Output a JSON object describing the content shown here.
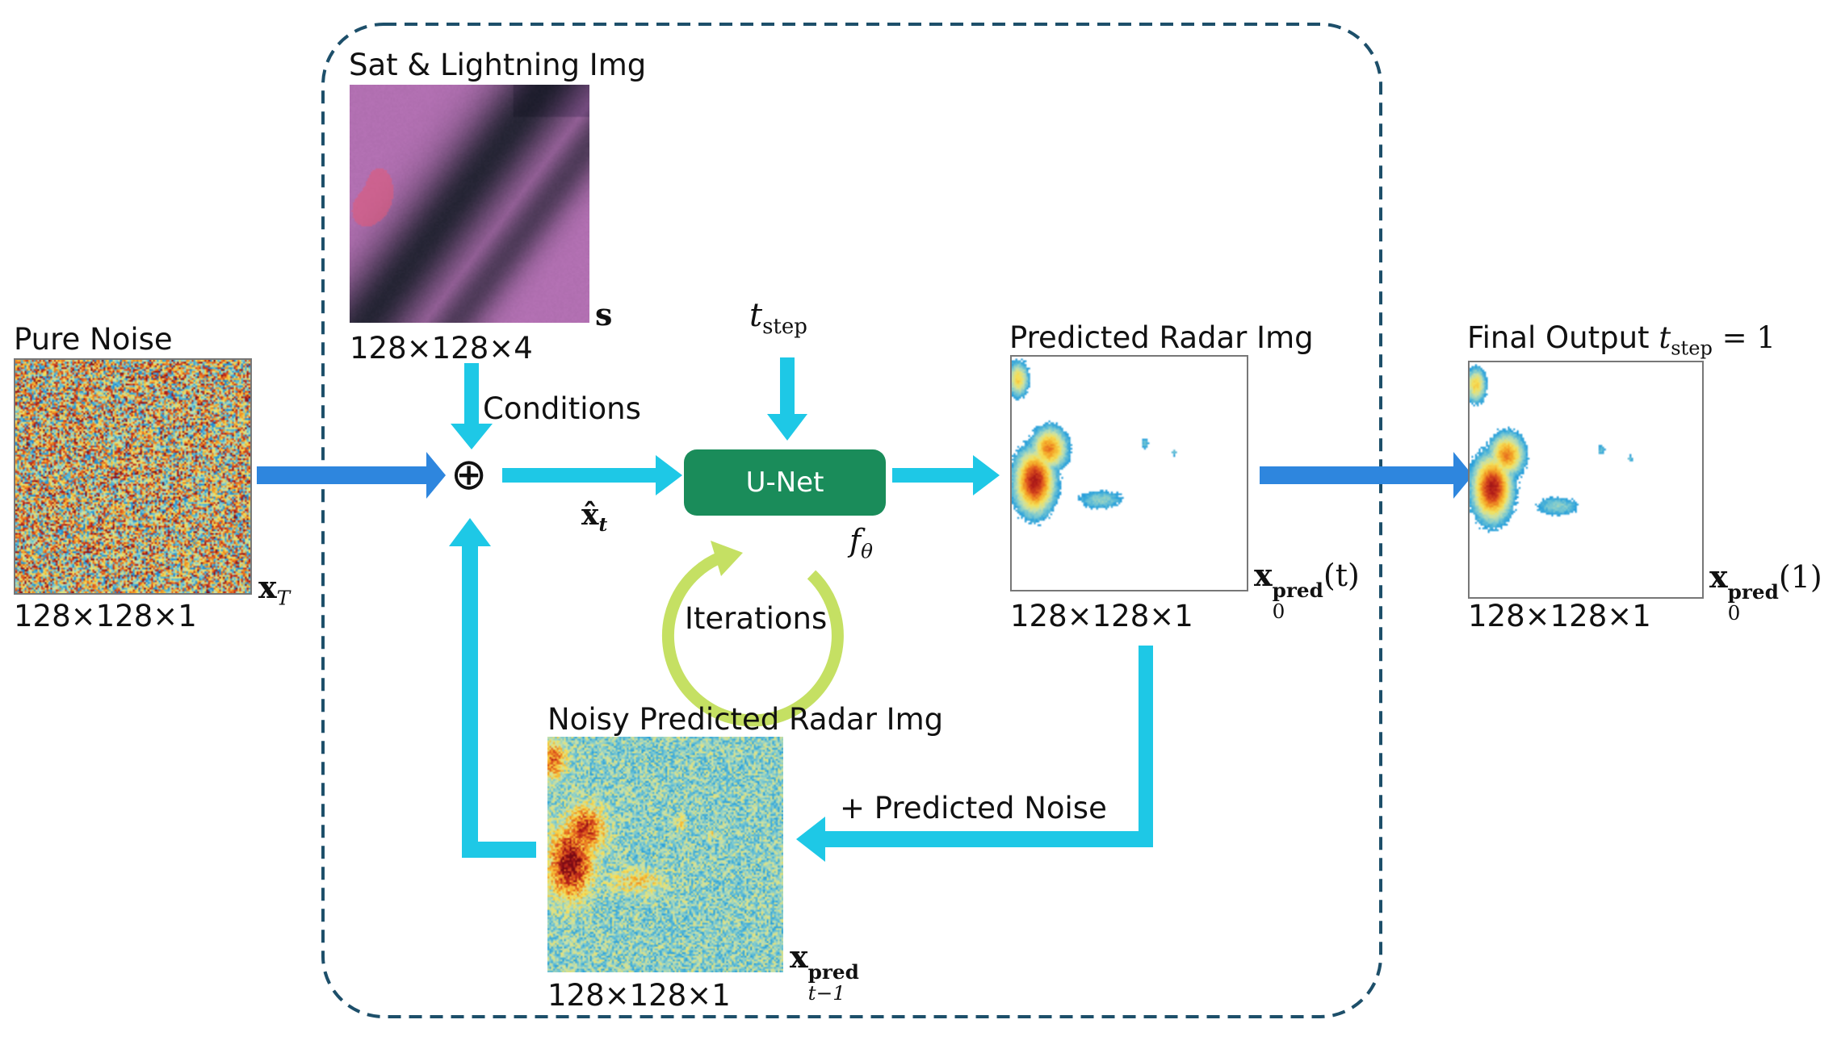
{
  "diagram": {
    "colors": {
      "frame": "#1d4f6a",
      "arrow_blue": "#2e86de",
      "arrow_cyan": "#1ec8e6",
      "unet_fill": "#1a8c5a",
      "iteration_ring": "#c5e063",
      "lightning_overlay": "#e05a7a"
    },
    "pure_noise": {
      "title": "Pure Noise",
      "symbol_main": "x",
      "symbol_sub": "T",
      "dims": "128×128×1"
    },
    "sat_lightning": {
      "title": "Sat & Lightning Img",
      "symbol": "s",
      "dims": "128×128×4"
    },
    "conditions_label": "Conditions",
    "combine_symbol": "⊕",
    "x_hat": {
      "main": "x̂",
      "sub": "t"
    },
    "t_step": {
      "main": "t",
      "sub": "step"
    },
    "unet": {
      "label": "U-Net",
      "function_main": "f",
      "function_sub": "θ"
    },
    "iterations_label": "Iterations",
    "predicted_radar": {
      "title": "Predicted Radar Img",
      "symbol_main": "x",
      "symbol_sub": "0",
      "symbol_sup": "pred",
      "symbol_arg": "(t)",
      "dims": "128×128×1"
    },
    "final_output": {
      "title_prefix": "Final Output ",
      "title_t": "t",
      "title_sub": "step",
      "title_suffix": " = 1",
      "symbol_main": "x",
      "symbol_sub": "0",
      "symbol_sup": "pred",
      "symbol_arg": "(1)",
      "dims": "128×128×1"
    },
    "noisy_predicted": {
      "title": "Noisy Predicted Radar Img",
      "symbol_main": "x",
      "symbol_sub": "t−1",
      "symbol_sup": "pred",
      "dims": "128×128×1"
    },
    "predicted_noise_label": "+ Predicted Noise"
  }
}
